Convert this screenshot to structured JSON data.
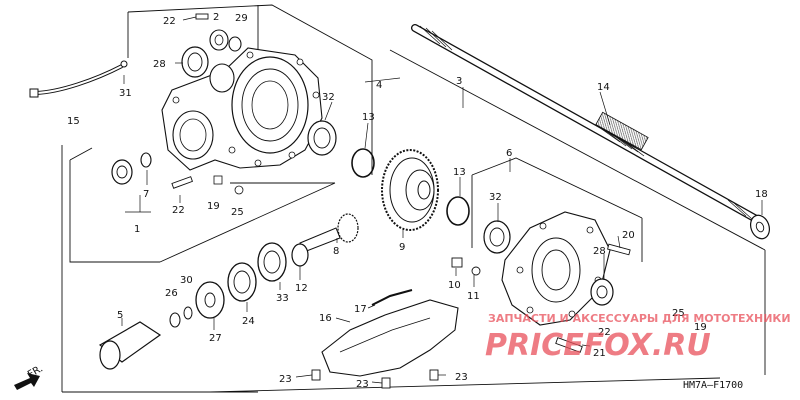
{
  "diagram_code": "HM7A–F1700",
  "direction_label": "FR.",
  "watermark": {
    "line1": "ЗАПЧАСТИ И АКСЕССУАРЫ ДЛЯ МОТОТЕХНИКИ",
    "line2": "PRICEFOX.RU",
    "color": "#e8505b"
  },
  "labels": {
    "p1": "1",
    "p3": "3",
    "p4": "4",
    "p5": "5",
    "p6": "6",
    "p7": "7",
    "p8": "8",
    "p9": "9",
    "p10": "10",
    "p11": "11",
    "p12": "12",
    "p13a": "13",
    "p13b": "13",
    "p14": "14",
    "p15": "15",
    "p16": "16",
    "p17": "17",
    "p18": "18",
    "p19a": "19",
    "p19b": "19",
    "p20": "20",
    "p21": "21",
    "p22a": "22",
    "p22b": "22",
    "p22c": "22",
    "p23a": "23",
    "p23b": "23",
    "p23c": "23",
    "p24": "24",
    "p25a": "25",
    "p25b": "25",
    "p26": "26",
    "p27": "27",
    "p28a": "28",
    "p28b": "28",
    "p29": "29",
    "p30": "30",
    "p31": "31",
    "p32a": "32",
    "p32b": "32",
    "p33": "33"
  }
}
